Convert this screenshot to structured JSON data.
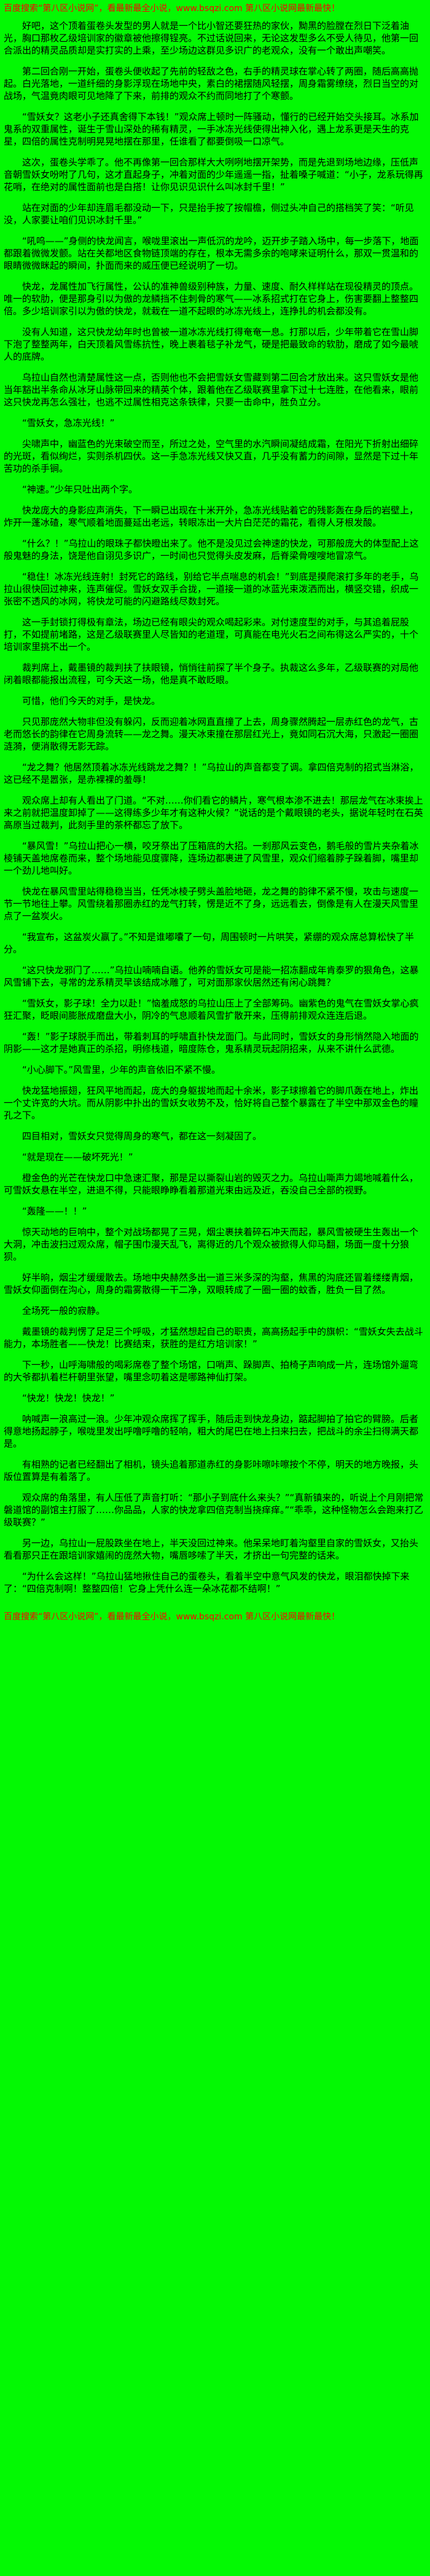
{
  "page": {
    "colors": {
      "background": "#03f903",
      "text": "#000000",
      "promo": "#ff0000"
    }
  },
  "header": {
    "promo": "百度搜索“第八区小说网”，看最新最全小说，www.bsqzi.com 第八区小说网最新最快！"
  },
  "footer": {
    "promo": "百度搜索“第八区小说网”，看最新最全小说，www.bsqzi.com 第八区小说网最新最快！"
  },
  "content": {
    "paragraphs": [
      "好吧，这个顶着蛋卷头发型的男人就是一个比小智还要狂热的家伙，黝黑的脸膛在烈日下泛着油光，胸口那枚乙级培训家的徽章被他擦得锃亮。不过话说回来，无论这发型多么不受人待见，他第一回合派出的精灵品质却是实打实的上乘，至少场边这群见多识广的老观众，没有一个敢出声嘲笑。",
      "第二回合刚一开始，蛋卷头便收起了先前的轻敌之色，右手的精灵球在掌心转了两圈，随后高高抛起。白光落地，一道纤细的身影浮现在场地中央，素白的裙摆随风轻摆，周身霜雾缭绕，烈日当空的对战场，气温竟肉眼可见地降了下来，前排的观众不约而同地打了个寒颤。",
      "“雪妖女？这老小子还真舍得下本钱！”观众席上顿时一阵骚动，懂行的已经开始交头接耳。冰系加鬼系的双重属性，诞生于雪山深处的稀有精灵，一手冰冻光线使得出神入化，遇上龙系更是天生的克星，四倍的属性克制明晃晃地摆在那里，任谁看了都要倒吸一口凉气。",
      "这次，蛋卷头学乖了。他不再像第一回合那样大大咧咧地摆开架势，而是先退到场地边缘，压低声音朝雪妖女吩咐了几句，这才直起身子，冲着对面的少年遥遥一指，扯着嗓子喊道：“小子，龙系玩得再花哨，在绝对的属性面前也是白搭！让你见识见识什么叫冰封千里！”",
      "站在对面的少年却连眉毛都没动一下，只是抬手按了按帽檐，侧过头冲自己的搭档笑了笑：“听见没，人家要让咱们见识冰封千里。”",
      "“吼呜——”身侧的快龙闻言，喉咙里滚出一声低沉的龙吟，迈开步子踏入场中，每一步落下，地面都跟着微微发颤。站在关都地区食物链顶端的存在，根本无需多余的咆哮来证明什么，那双一贯温和的眼睛微微眯起的瞬间，扑面而来的威压便已经说明了一切。",
      "快龙，龙属性加飞行属性，公认的准神兽级别种族，力量、速度、耐久样样站在现役精灵的顶点。唯一的软肋，便是那身引以为傲的龙鳞挡不住刺骨的寒气——冰系招式打在它身上，伤害要翻上整整四倍。多少培训家引以为傲的快龙，就栽在一道不起眼的冰冻光线上，连挣扎的机会都没有。",
      "没有人知道，这只快龙幼年时也曾被一道冰冻光线打得奄奄一息。打那以后，少年带着它在雪山脚下泡了整整两年，白天顶着风雪练抗性，晚上裹着毯子补龙气，硬是把最致命的软肋，磨成了如今最唬人的底牌。",
      "乌拉山自然也清楚属性这一点，否则他也不会把雪妖女雪藏到第二回合才放出来。这只雪妖女是他当年豁出半条命从冰牙山脉带回来的精英个体，跟着他在乙级联赛里拿下过十七连胜，在他看来，眼前这只快龙再怎么强壮，也逃不过属性相克这条铁律，只要一击命中，胜负立分。",
      "“雪妖女，急冻光线！”",
      "尖啸声中，幽蓝色的光束破空而至，所过之处，空气里的水汽瞬间凝结成霜，在阳光下折射出细碎的光斑，看似绚烂，实则杀机四伏。这一手急冻光线又快又直，几乎没有蓄力的间隙，显然是下过十年苦功的杀手锏。",
      "“神速。”少年只吐出两个字。",
      "快龙庞大的身影应声消失，下一瞬已出现在十米开外，急冻光线贴着它的残影轰在身后的岩壁上，炸开一蓬冰碴，寒气顺着地面蔓延出老远，转眼冻出一大片白茫茫的霜花，看得人牙根发酸。",
      "“什么？！”乌拉山的眼珠子都快瞪出来了。他不是没见过会神速的快龙，可那般庞大的体型配上这般鬼魅的身法，饶是他自诩见多识广，一时间也只觉得头皮发麻，后脊梁骨嗖嗖地冒凉气。",
      "“稳住！冰冻光线连射！封死它的路线，别给它半点喘息的机会！”到底是摸爬滚打多年的老手，乌拉山很快回过神来，连声催促。雪妖女双手合拢，一道接一道的冰蓝光束泼洒而出，横竖交错，织成一张密不透风的冰网，将快龙可能的闪避路线尽数封死。",
      "这一手封锁打得极有章法，场边已经有眼尖的观众喝起彩来。对付速度型的对手，与其追着屁股打，不如提前堵路，这是乙级联赛里人尽皆知的老道理，可真能在电光火石之间布得这么严实的，十个培训家里挑不出一个。",
      "裁判席上，戴墨镜的裁判扶了扶眼镜，悄悄往前探了半个身子。执裁这么多年，乙级联赛的对局他闭着眼都能报出流程，可今天这一场，他是真不敢眨眼。",
      "可惜，他们今天的对手，是快龙。",
      "只见那庞然大物非但没有躲闪，反而迎着冰网直直撞了上去，周身骤然腾起一层赤红色的龙气，古老而悠长的韵律在它周身流转——龙之舞。漫天冰束撞在那层红光上，竟如同石沉大海，只激起一圈圈涟漪，便消散得无影无踪。",
      "“龙之舞？他居然顶着冰冻光线跳龙之舞？！”乌拉山的声音都变了调。拿四倍克制的招式当淋浴，这已经不是嚣张，是赤裸裸的羞辱！",
      "观众席上却有人看出了门道。“不对……你们看它的鳞片，寒气根本渗不进去！那层龙气在冰束挨上来之前就把温度卸掉了——这得练多少年才有这种火候？”说话的是个戴眼镜的老头，据说年轻时在石英高原当过裁判，此刻手里的茶杯都忘了放下。",
      "“暴风雪！”乌拉山把心一横，咬牙祭出了压箱底的大招。一刹那风云变色，鹅毛般的雪片夹杂着冰棱铺天盖地席卷而来，整个场地能见度骤降，连场边都裹进了风雪里，观众们缩着脖子跺着脚，嘴里却一个劲儿地叫好。",
      "快龙在暴风雪里站得稳稳当当，任凭冰棱子劈头盖脸地砸，龙之舞的韵律不紧不慢，攻击与速度一节一节地往上攀。风雪绕着那圈赤红的龙气打转，愣是近不了身，远远看去，倒像是有人在漫天风雪里点了一盆炭火。",
      "“我宣布，这盆炭火赢了。”不知是谁嘟囔了一句，周围顿时一片哄笑，紧绷的观众席总算松快了半分。",
      "“这只快龙邪门了……”乌拉山喃喃自语。他养的雪妖女可是能一招冻翻成年肯泰罗的狠角色，这暴风雪铺下去，寻常的龙系精灵早该结成冰雕了，可对面那家伙居然还有闲心跳舞？",
      "“雪妖女，影子球！全力以赴！”恼羞成怒的乌拉山压上了全部筹码。幽紫色的鬼气在雪妖女掌心疯狂汇聚，眨眼间膨胀成磨盘大小，阴冷的气息顺着风雪扩散开来，压得前排观众连连后退。",
      "“轰！”影子球脱手而出，带着刺耳的呼啸直扑快龙面门。与此同时，雪妖女的身形悄然隐入地面的阴影——这才是她真正的杀招，明修栈道，暗度陈仓，鬼系精灵玩起阴招来，从来不讲什么武德。",
      "“小心脚下。”风雪里，少年的声音依旧不紧不慢。",
      "快龙猛地振翅，狂风平地而起，庞大的身躯拔地而起十余米，影子球擦着它的脚爪轰在地上，炸出一个丈许宽的大坑。而从阴影中扑出的雪妖女收势不及，恰好将自己整个暴露在了半空中那双金色的瞳孔之下。",
      "四目相对，雪妖女只觉得周身的寒气，都在这一刻凝固了。",
      "“就是现在——破坏死光！”",
      "橙金色的光芒在快龙口中急速汇聚，那是足以撕裂山岩的毁灭之力。乌拉山嘶声力竭地喊着什么，可雪妖女悬在半空，进退不得，只能眼睁睁看着那道光束由远及近，吞没自己全部的视野。",
      "“轰隆——！！”",
      "惊天动地的巨响中，整个对战场都晃了三晃，烟尘裹挟着碎石冲天而起，暴风雪被硬生生轰出一个大洞，冲击波扫过观众席，帽子围巾漫天乱飞，离得近的几个观众被掀得人仰马翻，场面一度十分狼狈。",
      "好半晌，烟尘才缓缓散去。场地中央赫然多出一道三米多深的沟壑，焦黑的沟底还冒着缕缕青烟，雪妖女仰面倒在沟心，周身的霜雾散得一干二净，双眼转成了一圈一圈的蚊香，胜负一目了然。",
      "全场死一般的寂静。",
      "戴墨镜的裁判愣了足足三个呼吸，才猛然想起自己的职责，高高扬起手中的旗帜：“雪妖女失去战斗能力，本场胜者——快龙！比赛结束，获胜的是红方培训家！”",
      "下一秒，山呼海啸般的喝彩席卷了整个场馆，口哨声、跺脚声、拍椅子声响成一片，连场馆外遛弯的大爷都扒着栏杆朝里张望，嘴里念叨着这是哪路神仙打架。",
      "“快龙！快龙！快龙！”",
      "呐喊声一浪高过一浪。少年冲观众席挥了挥手，随后走到快龙身边，踮起脚拍了拍它的臂膀。后者得意地扬起脖子，喉咙里发出呼噜呼噜的轻响，粗大的尾巴在地上扫来扫去，把战斗的余尘扫得满天都是。",
      "有相熟的记者已经翻出了相机，镜头追着那道赤红的身影咔嚓咔嚓按个不停，明天的地方晚报，头版位置算是有着落了。",
      "观众席的角落里，有人压低了声音打听：“那小子到底什么来头？”“真新镇来的，听说上个月刚把常磐道馆的副馆主打服了……你品品，人家的快龙拿四倍克制当挠痒痒。”“乖乖，这种怪物怎么会跑来打乙级联赛？”",
      "另一边，乌拉山一屁股跌坐在地上，半天没回过神来。他呆呆地盯着沟壑里自家的雪妖女，又抬头看看那只正在跟培训家嬉闹的庞然大物，嘴唇哆嗦了半天，才挤出一句完整的话来。",
      "“为什么会这样！”乌拉山猛地揪住自己的蛋卷头，看着半空中意气风发的快龙，眼泪都快掉下来了：“四倍克制啊！整整四倍！它身上凭什么连一朵冰花都不结啊！”"
    ]
  }
}
